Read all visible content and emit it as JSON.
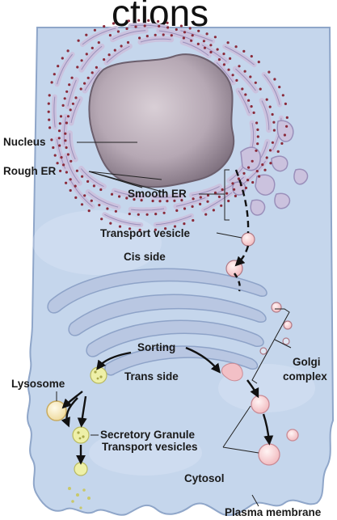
{
  "title_fragment": "ctions",
  "labels": {
    "nucleus": "Nucleus",
    "rough_er": "Rough ER",
    "smooth_er": "Smooth ER",
    "transport_vesicle": "Transport vesicle",
    "cis_side": "Cis side",
    "sorting": "Sorting",
    "trans_side": "Trans side",
    "golgi_line1": "Golgi",
    "golgi_line2": "complex",
    "lysosome": "Lysosome",
    "secretory_granule": "Secretory Granule",
    "transport_vesicles": "Transport vesicles",
    "cytosol": "Cytosol",
    "plasma_membrane": "Plasma membrane"
  },
  "colors": {
    "cytosol": "#c5d6ec",
    "membrane": "#7f98bf",
    "er": "#cbc2de",
    "er_edge": "#9a8fba",
    "ribosome": "#8a2a3a",
    "nucleus": "#b7aab6",
    "golgi": "#b9c7e2",
    "lysosome": "#f4e7b2",
    "secretory": "#e6e9a0",
    "vesicle_pink": "#f6cfd2"
  }
}
